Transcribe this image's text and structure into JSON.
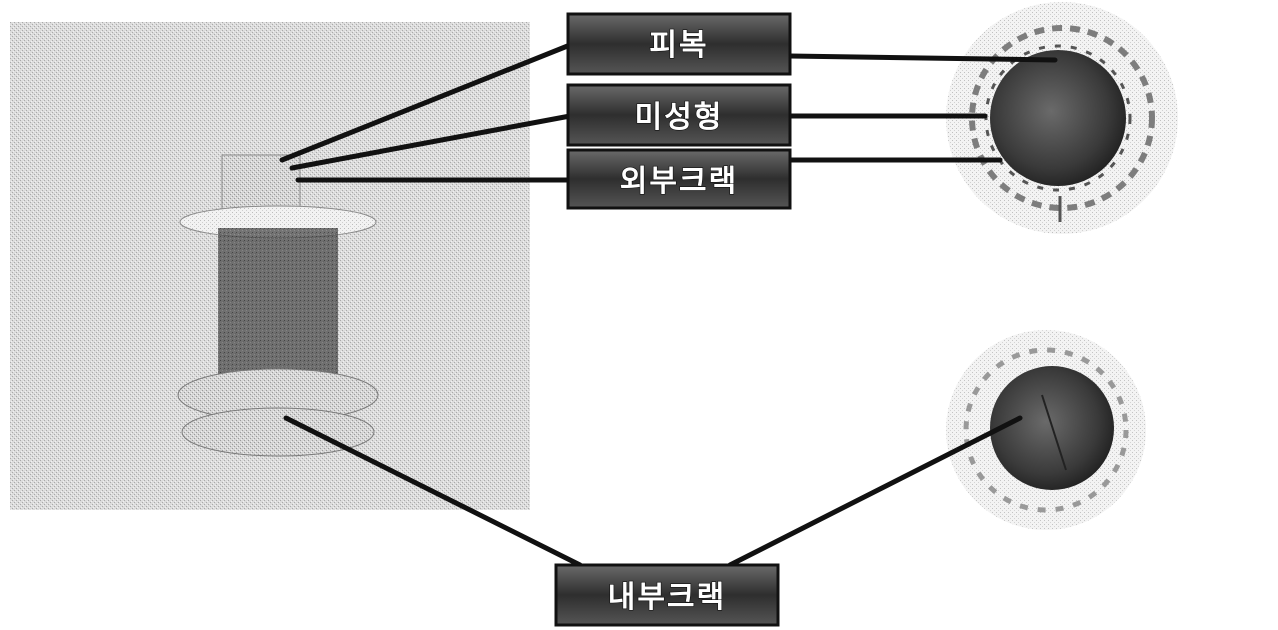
{
  "labels": {
    "top": "피복",
    "middle": "미성형",
    "lower": "외부크랙",
    "bottom": "내부크랙"
  },
  "colors": {
    "label_box": "#3a3a3a",
    "leader_line": "#111111",
    "background": "#ffffff"
  }
}
